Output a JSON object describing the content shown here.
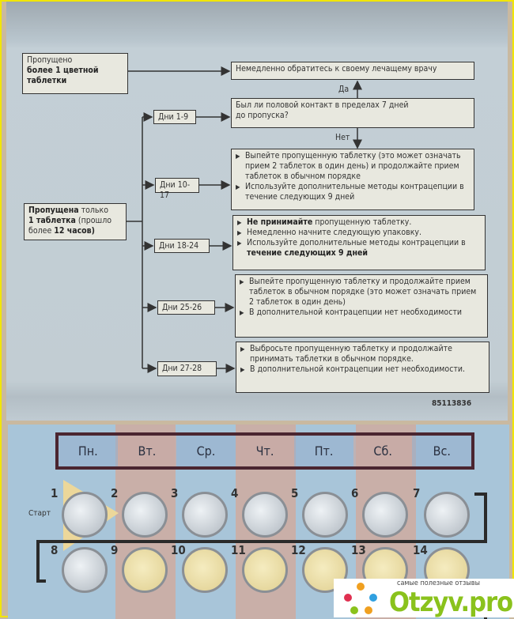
{
  "flow": {
    "missed_more": {
      "l1": "Пропущено",
      "l2": "более 1 цветной",
      "l3": "таблетки"
    },
    "doctor": "Немедленно обратитесь к своему лечащему врачу",
    "yes": "Да",
    "no": "Нет",
    "contact": {
      "l1": "Был ли половой контакт в пределах 7 дней",
      "l2": "до пропуска?"
    },
    "missed_one": {
      "b1": "Пропущена",
      "t1": " только",
      "b2": "1 таблетка",
      "t2": " (прошло",
      "t3": "более ",
      "b3": "12 часов)"
    },
    "days": [
      "Дни 1-9",
      "Дни 10-17",
      "Дни 18-24",
      "Дни 25-26",
      "Дни 27-28"
    ],
    "d10": [
      "Выпейте пропущенную таблетку (это может означать прием 2 таблеток в один день) и продолжайте прием таблеток в обычном порядке",
      "Используйте дополнительные методы контрацепции в течение следующих 9 дней"
    ],
    "d18": {
      "b1": "Не принимайте",
      "t1": " пропущенную таблетку.",
      "i2": "Немедленно начните следующую упаковку.",
      "t3": "Используйте дополнительные методы контрацепции в ",
      "b3": "течение следующих 9 дней"
    },
    "d25": [
      "Выпейте пропущенную таблетку и продолжайте прием таблеток в обычном порядке (это может означать прием 2 таблеток в один день)",
      "В дополнительной контрацепции нет необходимости"
    ],
    "d27": [
      "Выбросьте пропущенную таблетку и продолжайте принимать таблетки в обычном порядке.",
      "В дополнительной  контрацепции нет необходимости."
    ],
    "code": "85113836"
  },
  "blister": {
    "weekdays": [
      "Пн.",
      "Вт.",
      "Ср.",
      "Чт.",
      "Пт.",
      "Сб.",
      "Вс."
    ],
    "start": "Старт",
    "numbers_row1": [
      "1",
      "2",
      "3",
      "4",
      "5",
      "6",
      "7"
    ],
    "numbers_row2": [
      "8",
      "9",
      "10",
      "11",
      "12",
      "13",
      "14"
    ]
  },
  "watermark": {
    "tagline": "самые полезные отзывы",
    "brand": "Otzyv.pro"
  }
}
